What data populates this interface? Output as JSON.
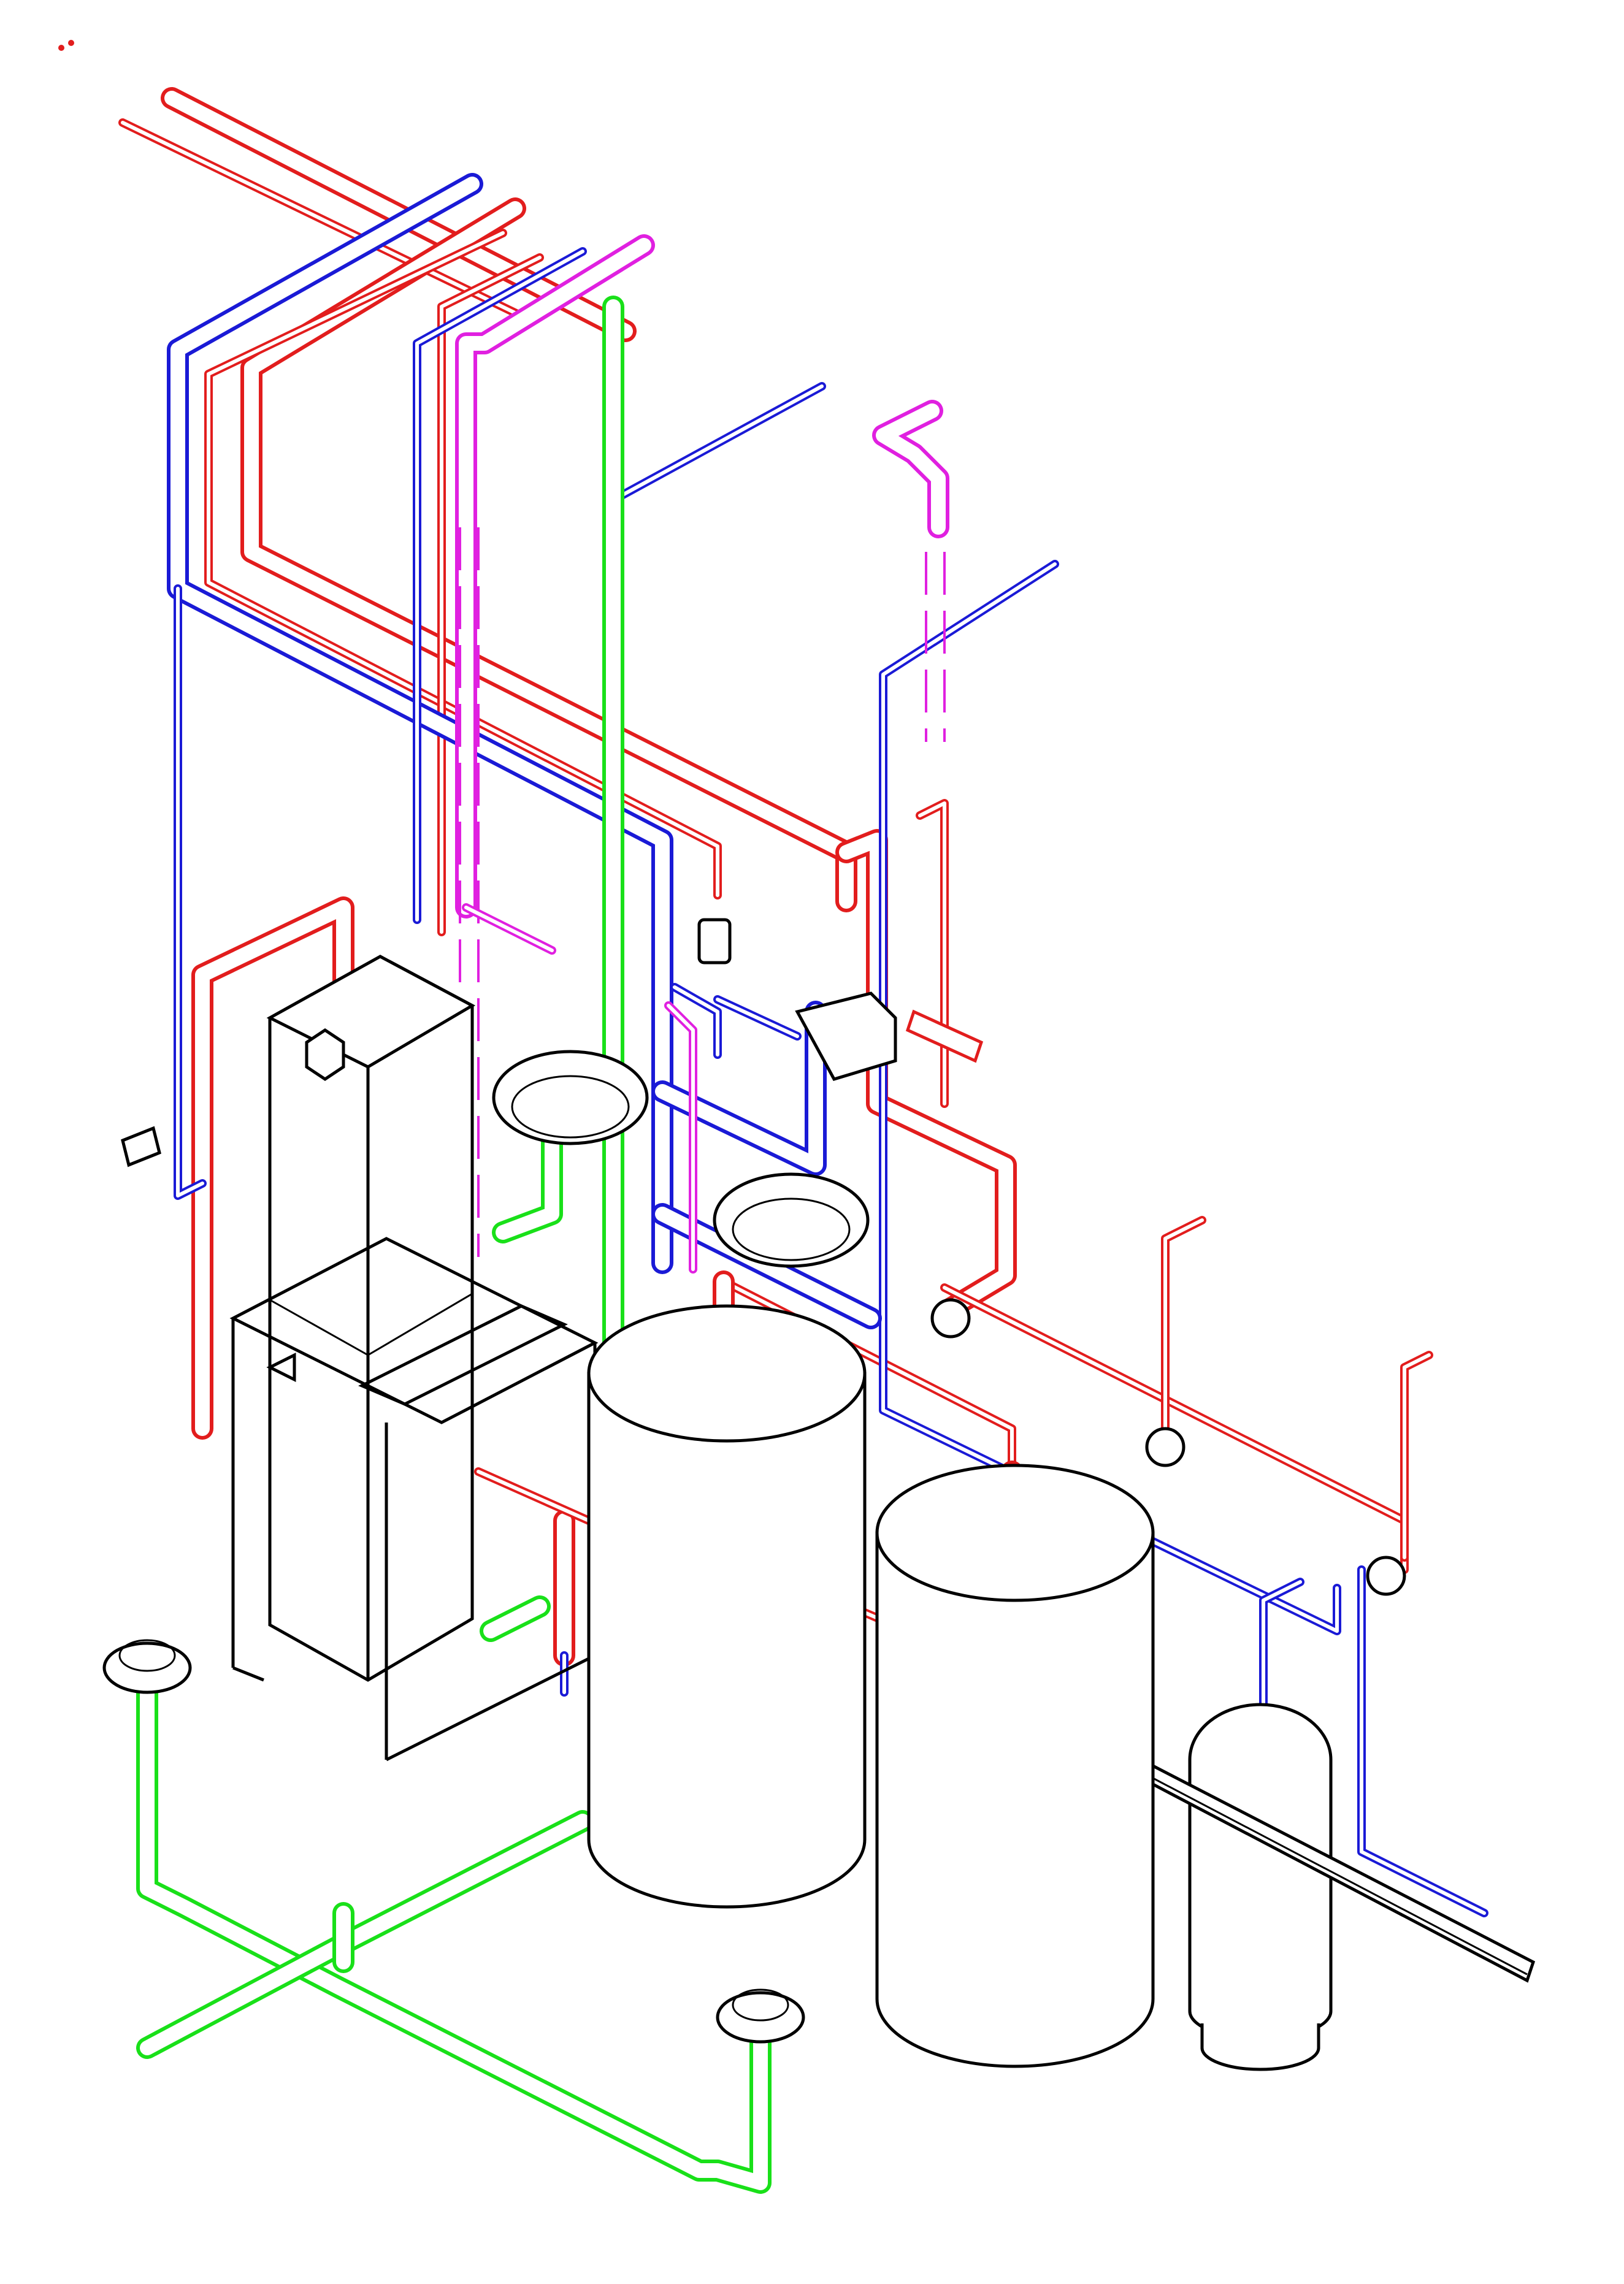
{
  "colors": {
    "hot_water": "#e21d1d",
    "cold_water": "#1a1ad6",
    "vent": "#e020e0",
    "drain": "#19e019",
    "equipment": "#000000",
    "background": "#ffffff"
  },
  "components": [
    "boiler-unit",
    "boiler-frame",
    "storage-tank-left",
    "storage-tank-right",
    "expansion-tank",
    "wash-basin-upper",
    "wash-basin-lower",
    "floor-drain-left",
    "floor-drain-right",
    "circulator-pumps",
    "mixing-valve",
    "gas-regulator"
  ]
}
